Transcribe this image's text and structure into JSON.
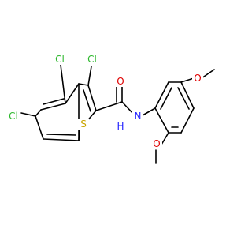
{
  "molecule": {
    "atom_colors": {
      "Cl": "#2db82d",
      "S": "#c8a400",
      "O": "#e00000",
      "N": "#2020ff",
      "C": "#000000"
    },
    "labels": {
      "cl3": "Cl",
      "cl4": "Cl",
      "cl6": "Cl",
      "o_carbonyl": "O",
      "s_ring": "S",
      "nh": "N",
      "h_of_nh": "H",
      "o_methoxy_top": "O",
      "o_methoxy_bottom": "O"
    }
  }
}
